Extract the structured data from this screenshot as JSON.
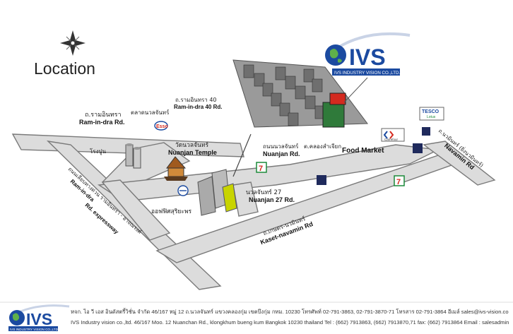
{
  "title": "Location",
  "company": {
    "brand": "IVS",
    "tagline": "IVS INDUSTRY VISION CO.,LTD."
  },
  "labels": {
    "ramindra_th": "ถ.รามอินทรา",
    "ramindra_en": "Ram-in-dra Rd.",
    "ramindra40_th": "ถ.รามอินทรา 40",
    "ramindra40_en": "Ram-in-dra 40 Rd.",
    "market_th": "ตลาดนวลจันทร์",
    "temple_th": "วัดนวลจันทร์",
    "temple_en": "Nuanjan Temple",
    "factory_th": "โรงปูน",
    "nuanjan_th": "ถนนนวลจันทร์",
    "nuanjan_en": "Nuanjan Rd.",
    "cross_th": "ต.คลองสำเจียก",
    "food_market": "Food Market",
    "nuanjan27_th": "นวลจันทร์ 27",
    "nuanjan27_en": "Nuanjan 27 Rd.",
    "office_th": "ออฟฟิศสุริยะพร",
    "expressway_th": "ถนนเลียบทางด่วน รามอินทรา - อาจณรงค์",
    "expressway_en1": "Ram-in-dra",
    "expressway_en2": "Rd. expressway",
    "kaset_th": "ถ.เกษตร-นวมินทร์",
    "kaset_en": "Kaset-navamin Rd",
    "navamin_th": "ถ.นวมินทร์ (ยิ่งนวมินทร์)",
    "navamin_en": "Navamin Rd",
    "esso": "Esso",
    "tesco": "TESCO",
    "tesco_sub": "Lotus",
    "carrefour": "Carrefour",
    "seven1": "7",
    "seven2": "7"
  },
  "footer": {
    "line1": "หจก. ไอ วี เอส อินดัสตรี้วิชั่น จำกัด 46/167 หมู่ 12 ถ.นวลจันทร์ แขวงคลองกุ่ม เขตบึงกุ่ม กทม. 10230 โทรศัพท์ 02-791-3863, 02-791-3870-71 โทรสาร 02-791-3864 อีเมล์ sales@ivs-vision.com",
    "line2": "IVS Industry vision co.,ltd. 46/167 Moo. 12 Nuanchan Rd., klongkhum bueng kum Bangkok 10230 thailand Tel : (662) 7913863, (662) 7913870,71 fax: (662) 7913864 Email : salesadmin@ivs-vision.com"
  },
  "colors": {
    "road": "#dcdcdc",
    "road_edge": "#7a7a7a",
    "building": "#8a8a8a",
    "highlight": "#c8d400",
    "navy": "#1f2a5c",
    "brand_blue": "#1b4aa0",
    "red": "#d42a1f",
    "green": "#1c8a3a"
  }
}
